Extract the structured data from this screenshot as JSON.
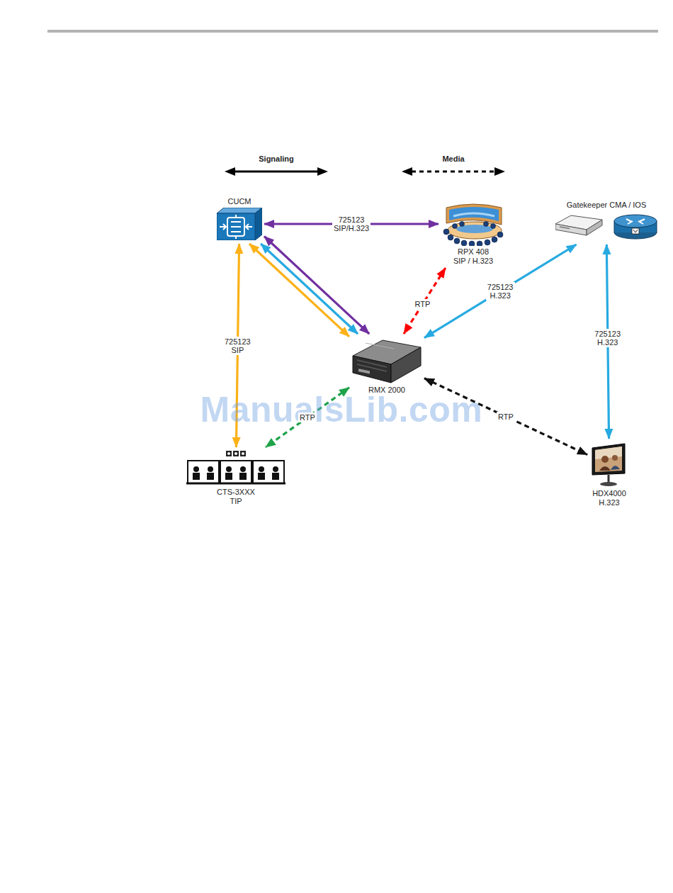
{
  "diagram": {
    "nodes": [
      {
        "text": [
          "CUCM"
        ]
      },
      {
        "text": [
          "RPX 408",
          "SIP / H.323"
        ]
      },
      {
        "text": [
          "Gatekeeper CMA / IOS"
        ]
      },
      {
        "text": [
          "RMX 2000"
        ]
      },
      {
        "text": [
          "CTS-3XXX",
          "TIP"
        ]
      },
      {
        "text": [
          "HDX4000",
          "H.323"
        ]
      }
    ],
    "edges": [
      {
        "from": 0,
        "to": 1,
        "arrow": "both",
        "label": "725123 SIP/H.323"
      },
      {
        "from": 1,
        "to": 3,
        "arrow": "both",
        "label": "RTP"
      },
      {
        "from": 0,
        "to": 3,
        "arrow": "both"
      },
      {
        "from": 0,
        "to": 3,
        "arrow": "both"
      },
      {
        "from": 0,
        "to": 3,
        "arrow": "both"
      },
      {
        "from": 0,
        "to": 4,
        "arrow": "both",
        "label": "725123 SIP"
      },
      {
        "from": 3,
        "to": 4,
        "arrow": "both",
        "label": "RTP"
      },
      {
        "from": 2,
        "to": 3,
        "arrow": "both",
        "label": "725123 H.323"
      },
      {
        "from": 2,
        "to": 5,
        "arrow": "both",
        "label": "725123 H.323"
      },
      {
        "from": 3,
        "to": 5,
        "arrow": "both",
        "label": "RTP"
      }
    ],
    "labels": [
      "ManualsLib.com"
    ],
    "legend": [
      {
        "text": "Signaling"
      },
      {
        "text": "Media"
      }
    ]
  }
}
